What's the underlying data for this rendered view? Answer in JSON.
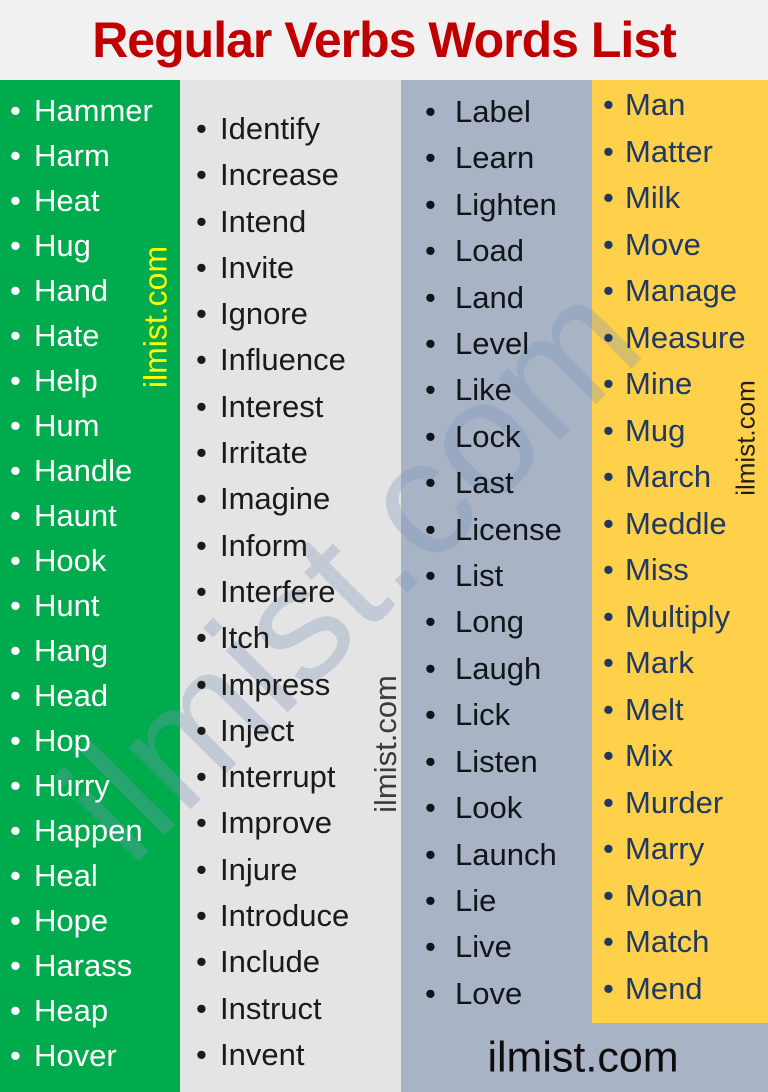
{
  "title": "Regular Verbs Words List",
  "watermark": {
    "text": "ilmist.com"
  },
  "footer": {
    "site": "ilmist.com"
  },
  "colors": {
    "title_red": "#c00000",
    "panel_green": "#00ab4e",
    "panel_gray": "#e4e4e4",
    "panel_blue_gray": "#a9b3c6",
    "panel_yellow": "#ffd04a",
    "navy_text": "#1f3864",
    "green_col_text": "#ffffff",
    "watermark_yellow": "#ffff00"
  },
  "columns": [
    {
      "name": "h-verbs",
      "words": [
        "Hammer",
        "Harm",
        "Heat",
        "Hug",
        "Hand",
        "Hate",
        "Help",
        "Hum",
        "Handle",
        "Haunt",
        "Hook",
        "Hunt",
        "Hang",
        "Head",
        "Hop",
        "Hurry",
        "Happen",
        "Heal",
        "Hope",
        "Harass",
        "Heap",
        "Hover"
      ]
    },
    {
      "name": "i-verbs",
      "words": [
        "Identify",
        "Increase",
        "Intend",
        "Invite",
        "Ignore",
        "Influence",
        "Interest",
        "Irritate",
        "Imagine",
        "Inform",
        "Interfere",
        "Itch",
        "Impress",
        "Inject",
        "Interrupt",
        "Improve",
        "Injure",
        "Introduce",
        "Include",
        "Instruct",
        "Invent"
      ]
    },
    {
      "name": "l-verbs",
      "words": [
        "Label",
        "Learn",
        "Lighten",
        "Load",
        "Land",
        "Level",
        "Like",
        "Lock",
        "Last",
        "License",
        "List",
        "Long",
        "Laugh",
        "Lick",
        "Listen",
        "Look",
        "Launch",
        "Lie",
        "Live",
        "Love"
      ]
    },
    {
      "name": "m-verbs",
      "words": [
        "Man",
        "Matter",
        "Milk",
        "Move",
        "Manage",
        "Measure",
        "Mine",
        "Mug",
        "March",
        "Meddle",
        "Miss",
        "Multiply",
        "Mark",
        "Melt",
        "Mix",
        "Murder",
        "Marry",
        "Moan",
        "Match",
        "Mend"
      ]
    }
  ]
}
